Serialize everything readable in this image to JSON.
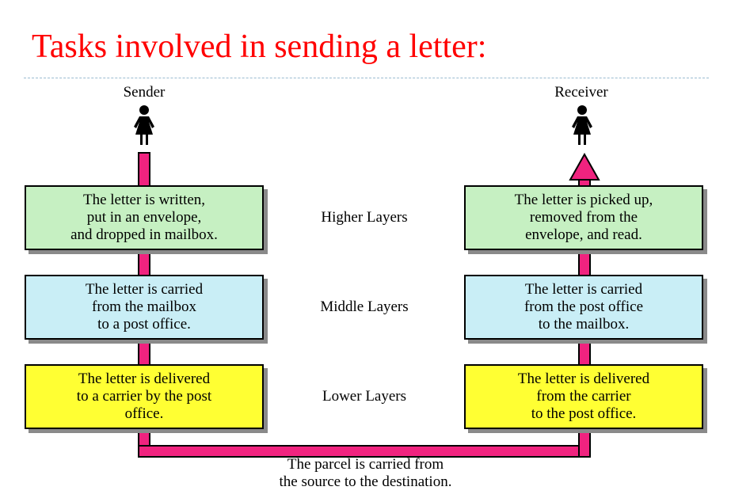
{
  "title": "Tasks involved in sending a letter:",
  "sender": {
    "label": "Sender"
  },
  "receiver": {
    "label": "Receiver"
  },
  "layers": {
    "higher": "Higher Layers",
    "middle": "Middle Layers",
    "lower": "Lower Layers"
  },
  "sender_boxes": {
    "higher": "The letter is written,\nput in an envelope,\nand dropped in mailbox.",
    "middle": "The letter is carried\nfrom the mailbox\nto a post office.",
    "lower": "The letter is delivered\nto a carrier by the post\noffice."
  },
  "receiver_boxes": {
    "higher": "The letter is picked up,\nremoved from the\nenvelope, and read.",
    "middle": "The letter is carried\nfrom the post office\nto the mailbox.",
    "lower": "The letter is delivered\nfrom the carrier\nto the post office."
  },
  "caption": "The parcel is carried from\nthe source to the destination.",
  "colors": {
    "title": "#ff0000",
    "pipe": "#f0237f",
    "higher_box": "#c6f0c2",
    "middle_box": "#c9eef6",
    "lower_box": "#ffff33"
  },
  "icons": {
    "sender": "woman-figure-icon",
    "receiver": "woman-figure-icon",
    "arrow": "up-arrow-icon"
  }
}
